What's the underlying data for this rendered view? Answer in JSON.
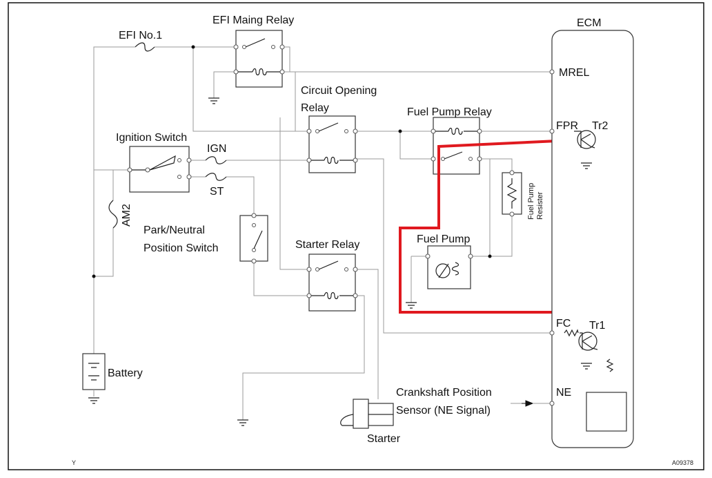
{
  "labels": {
    "efi_no1": "EFI No.1",
    "efi_main_relay": "EFI Maing Relay",
    "ecm": "ECM",
    "mrel": "MREL",
    "circuit_opening_relay_1": "Circuit Opening",
    "circuit_opening_relay_2": "Relay",
    "fuel_pump_relay": "Fuel Pump Relay",
    "fpr": "FPR",
    "tr2": "Tr2",
    "ignition_switch": "Ignition Switch",
    "ign": "IGN",
    "st": "ST",
    "am2": "AM2",
    "fuel_pump_resister_1": "Fuel Pump",
    "fuel_pump_resister_2": "Resister",
    "park_neutral_1": "Park/Neutral",
    "park_neutral_2": "Position Switch",
    "starter_relay": "Starter Relay",
    "fuel_pump": "Fuel Pump",
    "fc": "FC",
    "tr1": "Tr1",
    "battery": "Battery",
    "crankshaft_1": "Crankshaft Position",
    "crankshaft_2": "Sensor (NE Signal)",
    "ne": "NE",
    "starter": "Starter",
    "corner_y": "Y",
    "figure_code": "A09378"
  },
  "colors": {
    "wire": "#9a9a9a",
    "highlight": "#e0191f",
    "outline": "#222222"
  }
}
